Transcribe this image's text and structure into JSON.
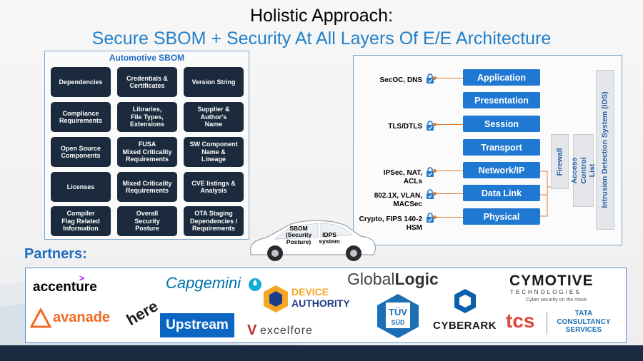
{
  "title": {
    "line1": "Holistic Approach:",
    "line2": "Secure SBOM + Security At All Layers Of E/E Architecture"
  },
  "sbom": {
    "heading": "Automotive SBOM",
    "tiles": [
      "Dependencies",
      "Credentials &\nCertificates",
      "Version String",
      "Compliance\nRequirements",
      "Libraries,\nFile Types,\nExtensions",
      "Supplier &\nAuthor's\nName",
      "Open Source\nComponents",
      "FUSA\nMixed Criticality\nRequirements",
      "SW Component\nName &\nLineage",
      "Licenses",
      "Mixed Criticality\nRequirements",
      "CVE listings &\nAnalysis",
      "Compiler\nFlag Related\nInformation",
      "Overall\nSecurity\nPosture",
      "OTA Staging\nDependencies /\nRequirements"
    ]
  },
  "osi": {
    "layers": [
      "Application",
      "Presentation",
      "Session",
      "Transport",
      "Network/IP",
      "Data Link",
      "Physical"
    ],
    "security": [
      {
        "label": "SecOC, DNS",
        "layer": "Application"
      },
      {
        "label": "TLS/DTLS",
        "layer": "Session"
      },
      {
        "label": "IPSec, NAT,\nACLs",
        "layer": "Network/IP"
      },
      {
        "label": "802.1X, VLAN,\nMACSec",
        "layer": "Data Link"
      },
      {
        "label": "Crypto, FIPS 140-2\nHSM",
        "layer": "Physical"
      }
    ],
    "firewall": "Firewall",
    "acl": "Access\nControl List",
    "ids": "Intrusion Detection System (IDS)"
  },
  "car": {
    "sbom_label": "SBOM\n(Security\nPosture)",
    "idps_label": "IDPS\nsystem"
  },
  "partners": {
    "heading": "Partners:",
    "logos": {
      "accenture": "accenture",
      "avanade": "avanade",
      "here": "here",
      "capgemini": "Capgemini",
      "upstream": "Upstream",
      "device_authority_1": "DEVICE",
      "device_authority_2": "AUTHORITY",
      "excelfore": "excelfore",
      "globallogic_a": "Global",
      "globallogic_b": "Logic",
      "tuv_1": "TÜV",
      "tuv_2": "SÜD",
      "cyberark": "CYBERARK",
      "cymotive": "CYMOTIVE",
      "cymotive_sub": "TECHNOLOGIES",
      "cymotive_tag": "Cyber security on the move",
      "tcs": "tcs",
      "tata": "TATA",
      "tata_sub": "CONSULTANCY\nSERVICES"
    }
  },
  "colors": {
    "accent_blue": "#2380c9",
    "layer_blue": "#1f78d1",
    "tile_dark": "#1b2a3c",
    "connector_orange": "#e07b2a"
  }
}
